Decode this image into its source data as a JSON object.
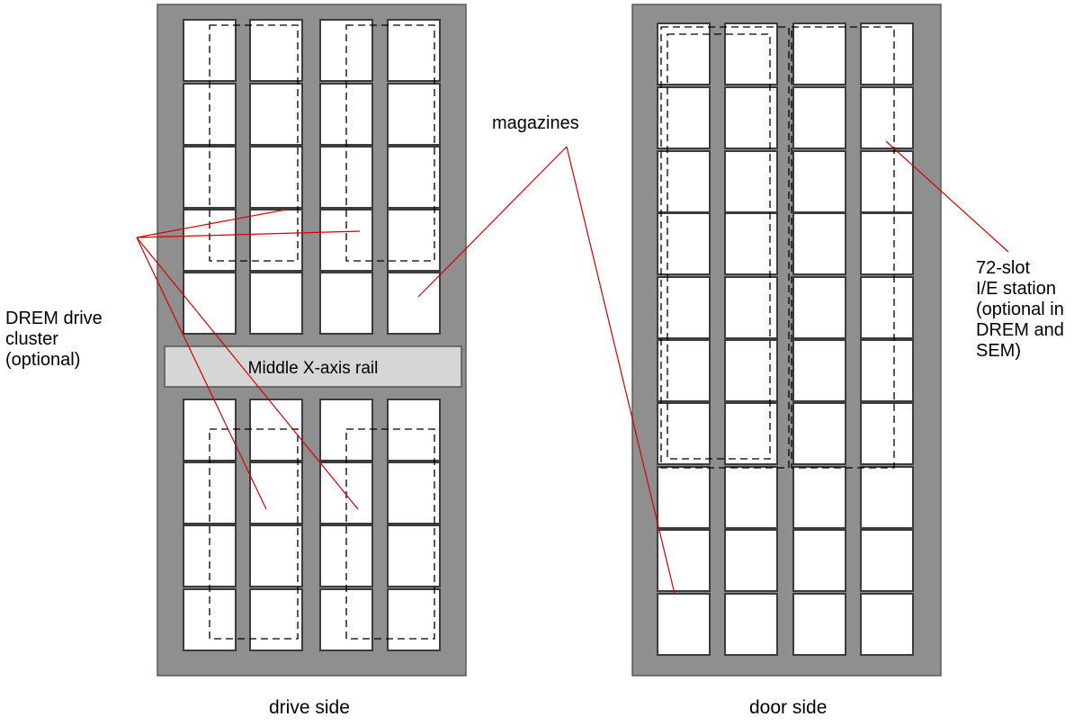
{
  "colors": {
    "frame": "#8f8f8f",
    "frame_border": "#5a5a5a",
    "slot_fill": "#ffffff",
    "slot_border": "#3c3c3c",
    "rail_fill": "#d6d6d6",
    "dashed": "#000000",
    "leader": "#d40000"
  },
  "labels": {
    "magazines": "magazines",
    "drem_cluster": "DREM drive\ncluster\n(optional)",
    "ie_station": "72-slot\nI/E station\n(optional in\nDREM and\nSEM)",
    "rail": "Middle X-axis rail"
  },
  "panels": {
    "drive_side": {
      "caption": "drive side",
      "columns": 4
    },
    "door_side": {
      "caption": "door side",
      "columns": 4
    }
  }
}
